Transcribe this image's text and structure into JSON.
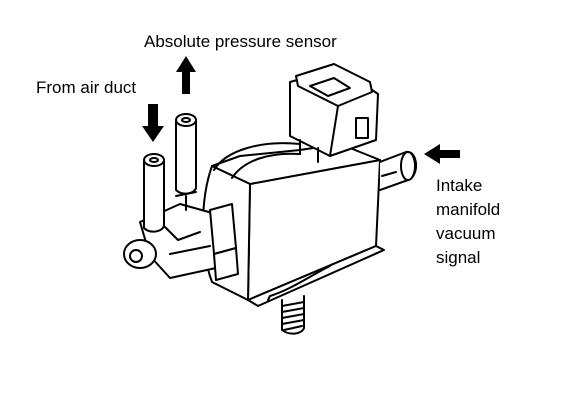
{
  "labels": {
    "absolute_pressure_sensor": "Absolute pressure sensor",
    "from_air_duct": "From air duct",
    "intake_lines": [
      "Intake",
      "manifold",
      "vacuum",
      "signal"
    ]
  },
  "colors": {
    "ink": "#000000",
    "paper": "#ffffff"
  },
  "icons": [
    "arrow-up-icon",
    "arrow-down-icon",
    "arrow-left-icon"
  ]
}
